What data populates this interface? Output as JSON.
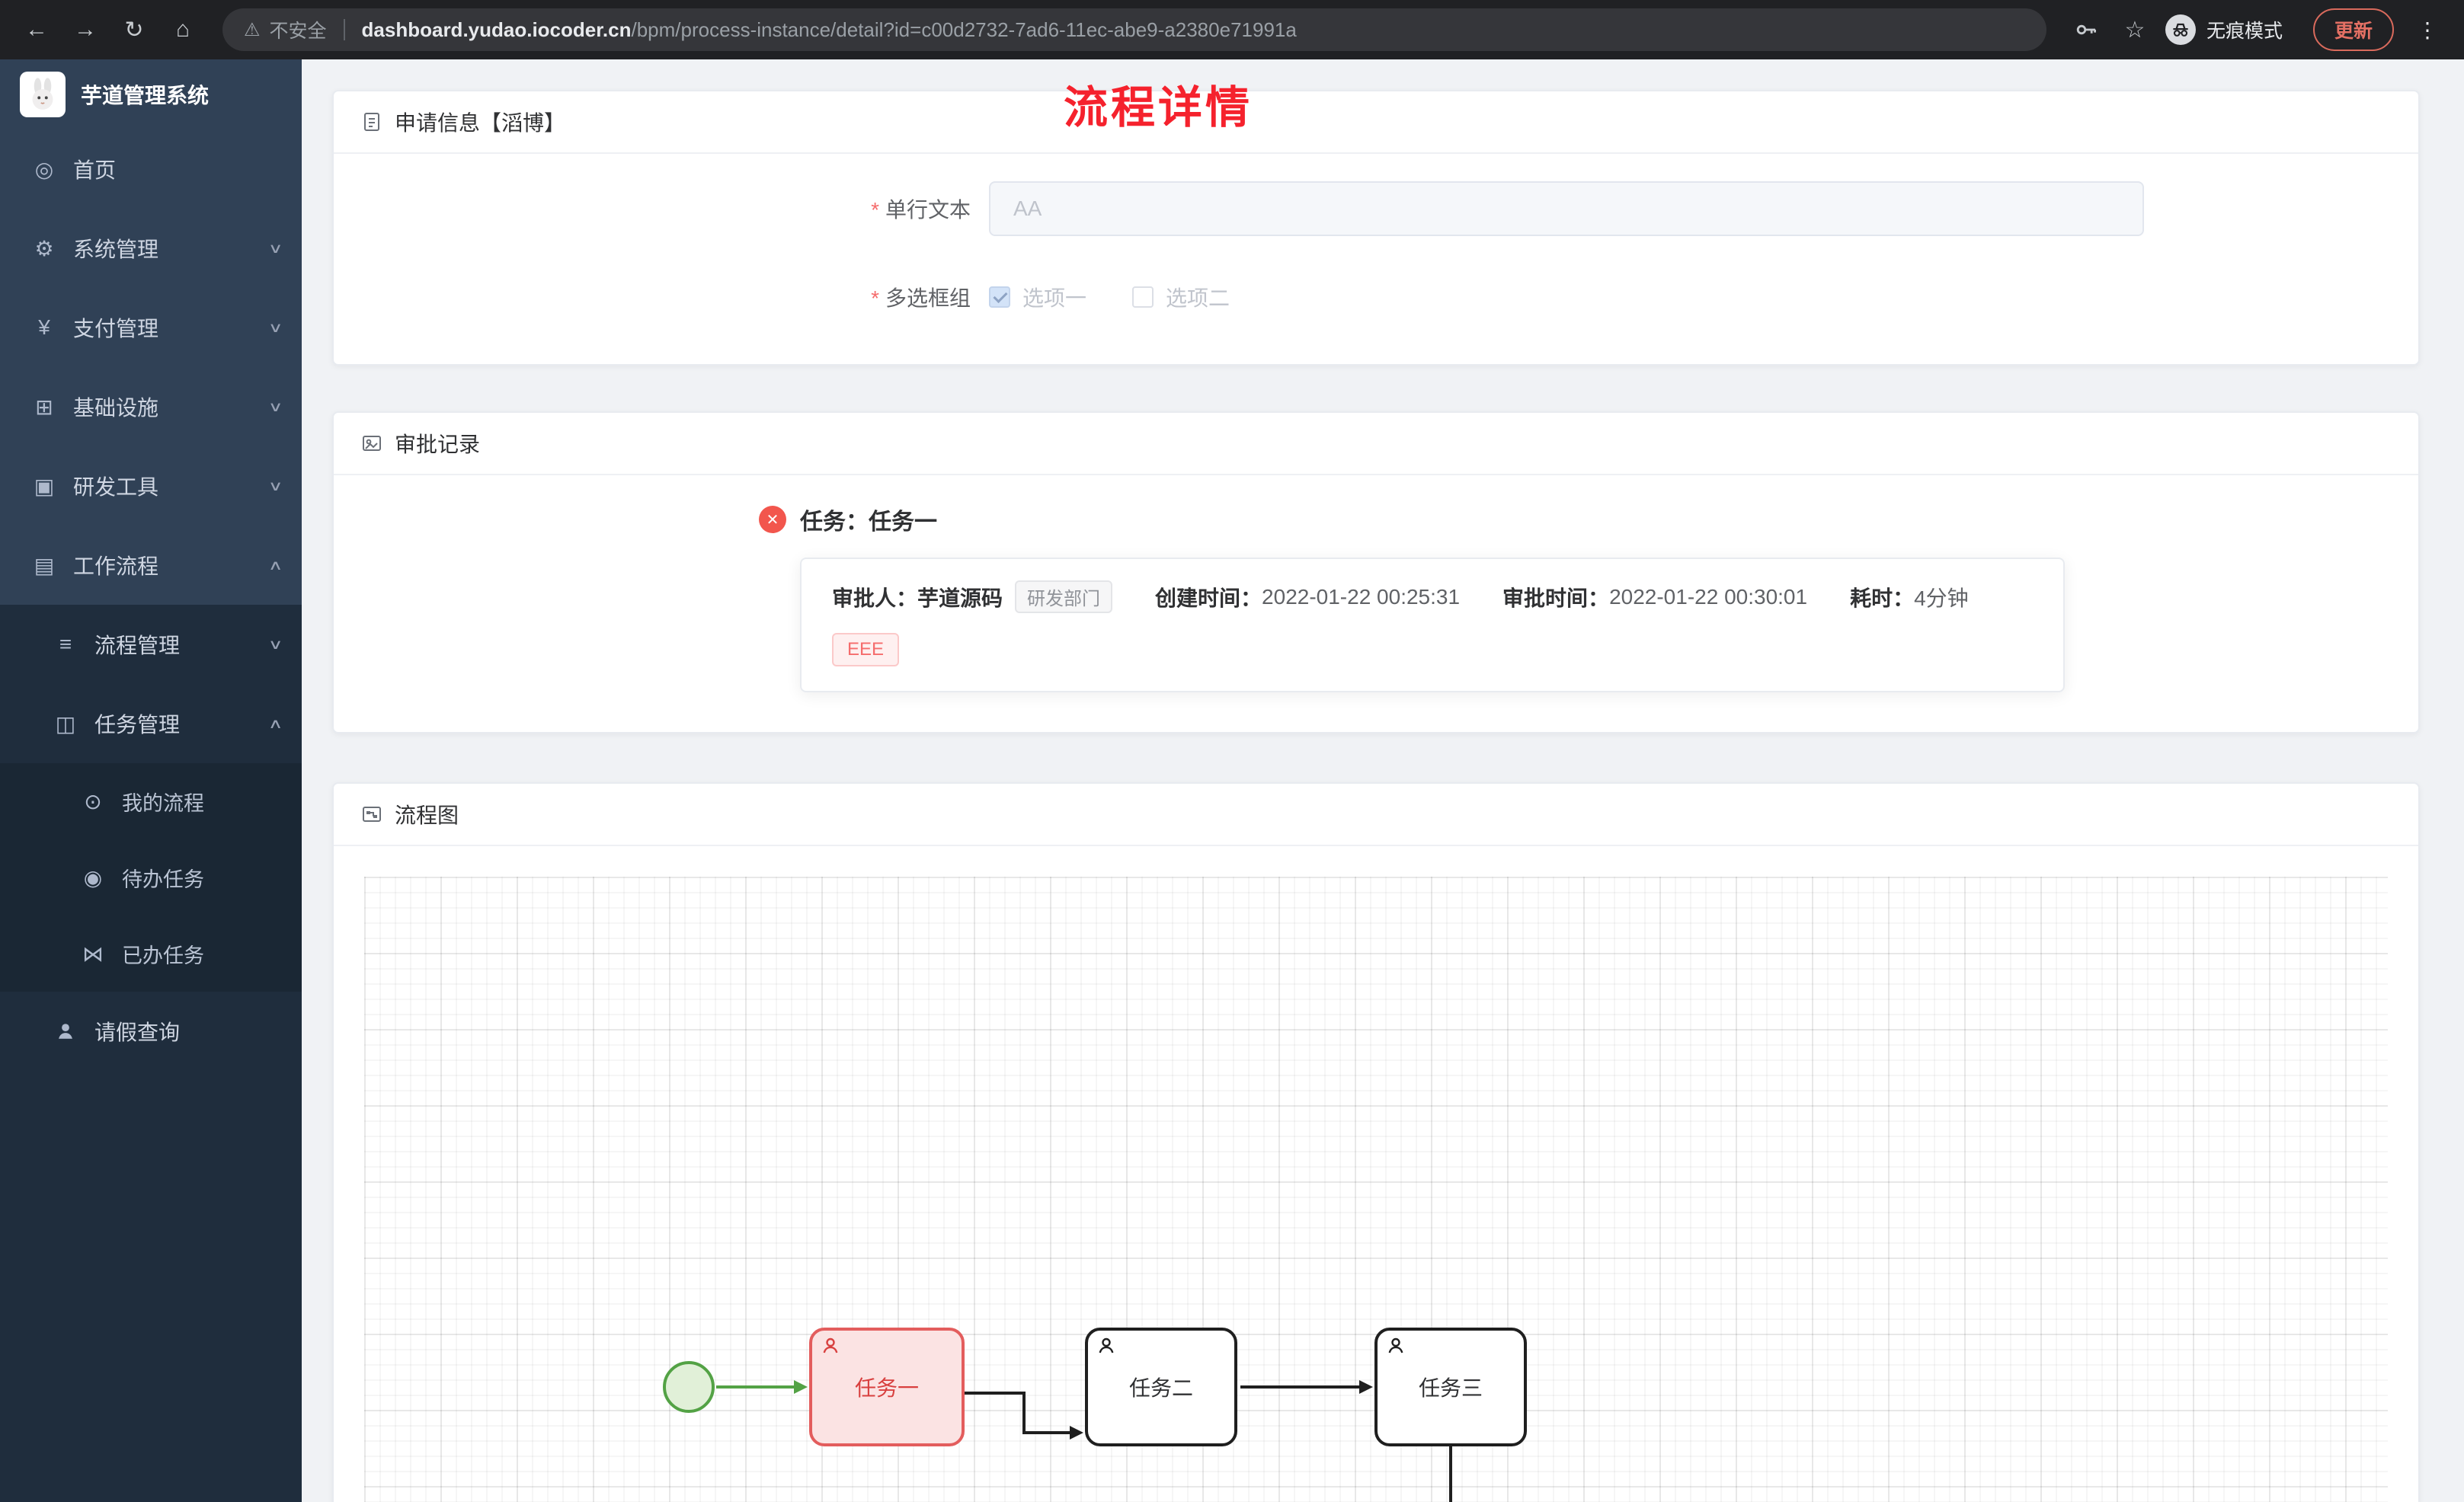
{
  "browser": {
    "security_label": "不安全",
    "url_host": "dashboard.yudao.iocoder.cn",
    "url_path": "/bpm/process-instance/detail?id=c00d2732-7ad6-11ec-abe9-a2380e71991a",
    "incognito_label": "无痕模式",
    "update_label": "更新"
  },
  "icons": {
    "back": "←",
    "forward": "→",
    "reload": "↻",
    "home": "⌂",
    "warning": "⚠",
    "star": "☆",
    "kebab": "⋮",
    "chevron_down": "∨",
    "chevron_up": "∧",
    "dashboard": "◎",
    "gear": "⚙",
    "yen": "¥",
    "infra": "⊞",
    "tools": "▣",
    "workflow": "▤",
    "process": "≡",
    "tasks": "◫",
    "my_process": "⊙",
    "todo": "◉",
    "done": "⋈"
  },
  "colors": {
    "title_red": "#f5222d",
    "task_highlight_border": "#e35d5d",
    "task_highlight_fill": "#fbe3e3",
    "start_event_green": "#53a245",
    "sidebar_bg": "#304156",
    "submenu_bg": "#1f2d3d"
  },
  "sidebar": {
    "app_title": "芋道管理系统",
    "items": [
      {
        "label": "首页"
      },
      {
        "label": "系统管理"
      },
      {
        "label": "支付管理"
      },
      {
        "label": "基础设施"
      },
      {
        "label": "研发工具"
      },
      {
        "label": "工作流程"
      }
    ],
    "process_mgmt": {
      "label": "流程管理"
    },
    "task_mgmt": {
      "label": "任务管理"
    },
    "task_children": [
      {
        "label": "我的流程"
      },
      {
        "label": "待办任务"
      },
      {
        "label": "已办任务"
      }
    ],
    "leave": {
      "label": "请假查询"
    }
  },
  "page": {
    "title": "流程详情"
  },
  "apply": {
    "card_title": "申请信息【滔博】",
    "required_mark": "*",
    "text_field": {
      "label": "单行文本",
      "value": "AA"
    },
    "checkbox_field": {
      "label": "多选框组",
      "options": [
        {
          "label": "选项一",
          "checked": true
        },
        {
          "label": "选项二",
          "checked": false
        }
      ]
    }
  },
  "audit": {
    "card_title": "审批记录",
    "task_line": "任务：任务一",
    "approver_label": "审批人：",
    "approver_name": "芋道源码",
    "dept_tag": "研发部门",
    "created_label": "创建时间：",
    "created_time": "2022-01-22 00:25:31",
    "approved_label": "审批时间：",
    "approved_time": "2022-01-22 00:30:01",
    "duration_label": "耗时：",
    "duration_value": "4分钟",
    "comment_tag": "EEE"
  },
  "flow": {
    "card_title": "流程图",
    "nodes": [
      {
        "label": "任务一"
      },
      {
        "label": "任务二"
      },
      {
        "label": "任务三"
      }
    ]
  }
}
